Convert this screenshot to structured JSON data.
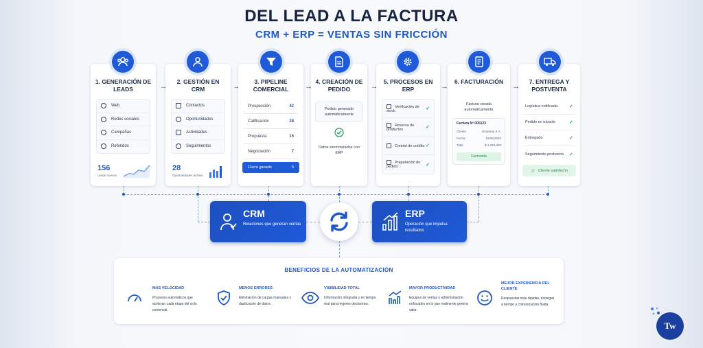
{
  "header": {
    "title": "DEL LEAD A LA FACTURA",
    "subtitle": "CRM + ERP = VENTAS SIN FRICCIÓN"
  },
  "steps": [
    {
      "title": "1. GENERACIÓN DE LEADS",
      "icon": "users-icon",
      "items": [
        "Web",
        "Redes sociales",
        "Campañas",
        "Referidos"
      ],
      "stat": "156",
      "stat_label": "Leads nuevos"
    },
    {
      "title": "2. GESTIÓN EN CRM",
      "icon": "user-icon",
      "items": [
        "Contactos",
        "Oportunidades",
        "Actividades",
        "Seguimientos"
      ],
      "stat": "28",
      "stat_label": "Oportunidades activas"
    },
    {
      "title": "3. PIPELINE COMERCIAL",
      "icon": "funnel-icon",
      "rows": [
        {
          "label": "Prospección",
          "value": "42"
        },
        {
          "label": "Calificación",
          "value": "28"
        },
        {
          "label": "Propuesta",
          "value": "15"
        },
        {
          "label": "Negociación",
          "value": "7"
        }
      ],
      "highlight": {
        "label": "Cierre ganado",
        "value": "5"
      }
    },
    {
      "title": "4. CREACIÓN DE PEDIDO",
      "icon": "document-icon",
      "note": "Pedido generado automáticamente",
      "sync_note": "Datos sincronizados con ERP"
    },
    {
      "title": "5. PROCESOS EN ERP",
      "icon": "gear-icon",
      "items": [
        "Verificación de stock",
        "Reserva de productos",
        "Control de crédito",
        "Preparación de pedido"
      ]
    },
    {
      "title": "6. FACTURACIÓN",
      "icon": "invoice-icon",
      "note": "Factura creada automáticamente",
      "invoice": {
        "number": "Factura Nº 000123",
        "client_label": "Cliente",
        "client": "Empresa S.A.",
        "date_label": "Fecha",
        "date": "16/05/2026",
        "total_label": "Total",
        "total": "$ 1.250.000",
        "status": "Facturada"
      }
    },
    {
      "title": "7. ENTREGA Y POSTVENTA",
      "icon": "truck-icon",
      "items": [
        "Logística notificada",
        "Pedido en tránsito",
        "Entregado",
        "Seguimiento postventa"
      ],
      "result": "Cliente satisfecho"
    }
  ],
  "crm": {
    "name": "CRM",
    "desc": "Relaciones que generan ventas"
  },
  "erp": {
    "name": "ERP",
    "desc": "Operación que impulsa resultados"
  },
  "benefits": {
    "title": "BENEFICIOS DE LA AUTOMATIZACIÓN",
    "items": [
      {
        "title": "MÁS VELOCIDAD",
        "desc": "Procesos automáticos que aceleran cada etapa del ciclo comercial.",
        "icon": "speedometer-icon"
      },
      {
        "title": "MENOS ERRORES",
        "desc": "Eliminación de cargas manuales y duplicación de datos.",
        "icon": "shield-check-icon"
      },
      {
        "title": "VISIBILIDAD TOTAL",
        "desc": "Información integrada y en tiempo real para mejores decisiones.",
        "icon": "eye-icon"
      },
      {
        "title": "MAYOR PRODUCTIVIDAD",
        "desc": "Equipos de ventas y administración enfocados en lo que realmente genera valor.",
        "icon": "growth-chart-icon"
      },
      {
        "title": "MEJOR EXPERIENCIA DEL CLIENTE",
        "desc": "Respuestas más rápidas, entregas a tiempo y comunicación fluida.",
        "icon": "smiley-icon"
      }
    ]
  },
  "logo": {
    "text": "Tw"
  },
  "colors": {
    "primary": "#1f5ad8",
    "check": "#22a35a",
    "title": "#17233f"
  }
}
